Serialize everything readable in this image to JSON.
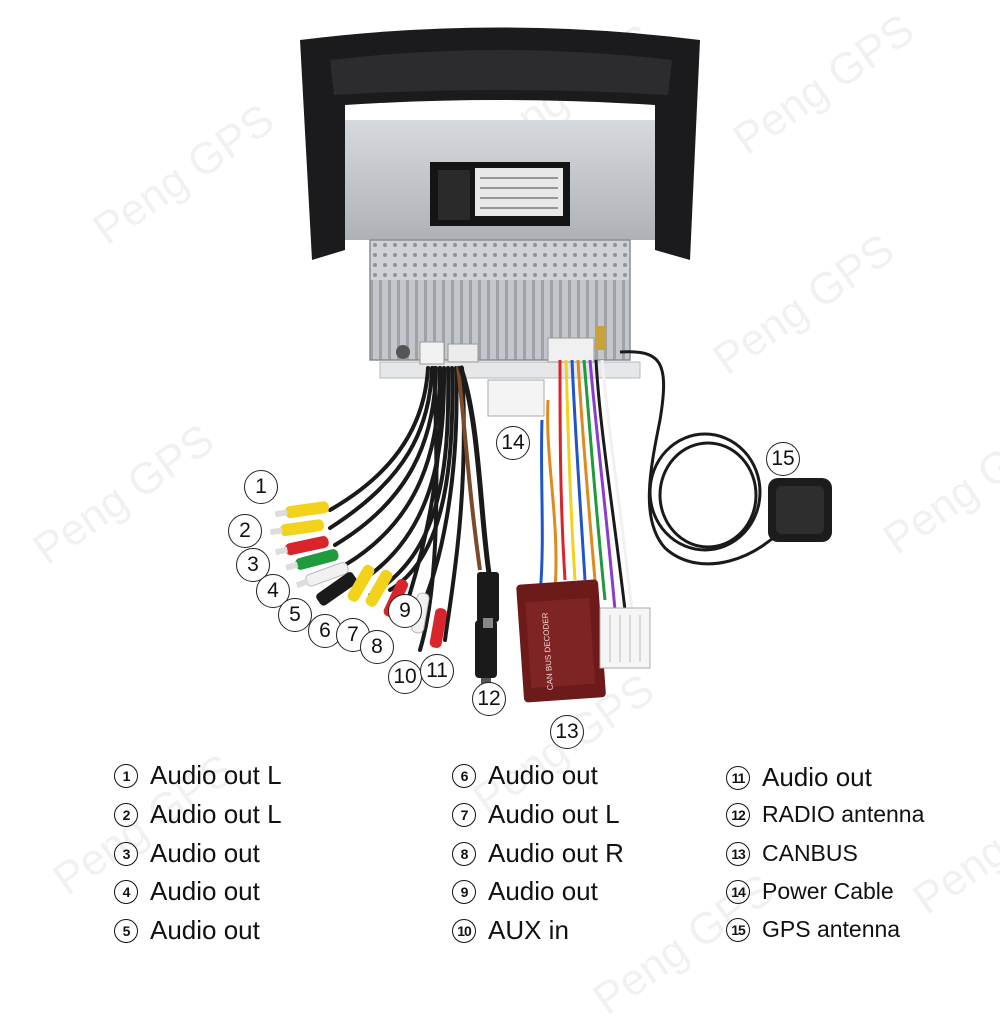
{
  "watermark": "Peng GPS",
  "callouts": [
    "1",
    "2",
    "3",
    "4",
    "5",
    "6",
    "7",
    "8",
    "9",
    "10",
    "11",
    "12",
    "13",
    "14",
    "15"
  ],
  "legend": [
    {
      "num": "1",
      "label": "Audio out L"
    },
    {
      "num": "2",
      "label": "Audio out L"
    },
    {
      "num": "3",
      "label": "Audio out"
    },
    {
      "num": "4",
      "label": "Audio out"
    },
    {
      "num": "5",
      "label": "Audio out"
    },
    {
      "num": "6",
      "label": "Audio out"
    },
    {
      "num": "7",
      "label": "Audio out L"
    },
    {
      "num": "8",
      "label": "Audio out R"
    },
    {
      "num": "9",
      "label": "Audio out"
    },
    {
      "num": "10",
      "label": "AUX in"
    },
    {
      "num": "11",
      "label": "Audio out"
    },
    {
      "num": "12",
      "label": "RADIO antenna"
    },
    {
      "num": "13",
      "label": "CANBUS"
    },
    {
      "num": "14",
      "label": "Power Cable"
    },
    {
      "num": "15",
      "label": "GPS antenna"
    }
  ],
  "canbus_box_text": "CAN BUS DECODER",
  "colors": {
    "frame": "#1b1b1d",
    "chassis": "#c9ccd0",
    "canbus_box": "#6d1a1a",
    "rca_yellow": "#f2d21a",
    "rca_red": "#d8242a",
    "rca_green": "#1f9a3c",
    "rca_white": "#f1f1f1",
    "cable": "#1a1a1a"
  }
}
